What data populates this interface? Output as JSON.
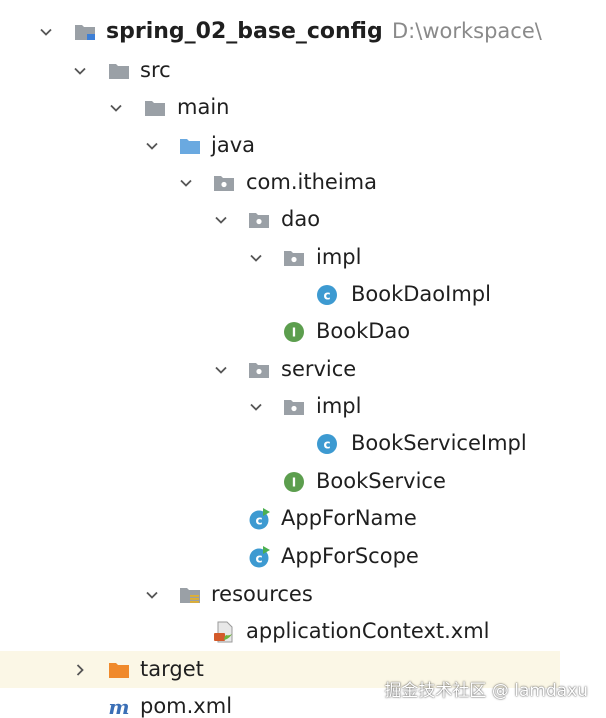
{
  "project": {
    "name": "spring_02_base_config",
    "path": "D:\\workspace\\"
  },
  "nodes": [
    {
      "label": "src",
      "icon": "folder-gray-icon"
    },
    {
      "label": "main",
      "icon": "folder-gray-icon"
    },
    {
      "label": "java",
      "icon": "folder-blue-icon"
    },
    {
      "label": "com.itheima",
      "icon": "package-icon"
    },
    {
      "label": "dao",
      "icon": "package-icon"
    },
    {
      "label": "impl",
      "icon": "package-icon"
    },
    {
      "label": "BookDaoImpl",
      "icon": "class-icon"
    },
    {
      "label": "BookDao",
      "icon": "interface-icon"
    },
    {
      "label": "service",
      "icon": "package-icon"
    },
    {
      "label": "impl",
      "icon": "package-icon"
    },
    {
      "label": "BookServiceImpl",
      "icon": "class-icon"
    },
    {
      "label": "BookService",
      "icon": "interface-icon"
    },
    {
      "label": "AppForName",
      "icon": "runnable-class-icon"
    },
    {
      "label": "AppForScope",
      "icon": "runnable-class-icon"
    },
    {
      "label": "resources",
      "icon": "resources-folder-icon"
    },
    {
      "label": "applicationContext.xml",
      "icon": "spring-xml-icon"
    },
    {
      "label": "target",
      "icon": "folder-orange-icon"
    },
    {
      "label": "pom.xml",
      "icon": "maven-icon"
    }
  ],
  "watermark": "掘金技术社区 @ lamdaxu",
  "colors": {
    "selected_row": "#fbf7e6",
    "class_icon": "#3d9ad1",
    "interface_icon": "#5c9e4e",
    "folder_gray": "#9aa0a6",
    "folder_blue": "#6aa9e0",
    "folder_orange": "#f08a2c",
    "maven": "#3b6fb6"
  }
}
